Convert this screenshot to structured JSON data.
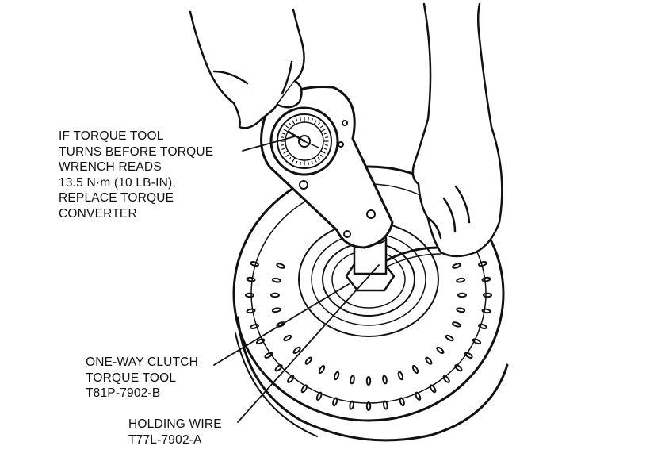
{
  "callouts": {
    "torque_note": {
      "lines": [
        "IF TORQUE TOOL",
        "TURNS BEFORE TORQUE",
        "WRENCH READS",
        "13.5 N·m (10 LB-IN),",
        "REPLACE TORQUE",
        "CONVERTER"
      ]
    },
    "clutch_tool": {
      "lines": [
        "ONE-WAY CLUTCH",
        "TORQUE TOOL",
        "T81P-7902-B"
      ]
    },
    "holding_wire": {
      "lines": [
        "HOLDING WIRE",
        "T77L-7902-A"
      ]
    }
  },
  "colors": {
    "ink": "#111111",
    "paper": "#ffffff"
  },
  "icons": [
    "hand-icon",
    "torque-wrench-icon",
    "dial-gauge-icon",
    "torque-converter-icon"
  ]
}
